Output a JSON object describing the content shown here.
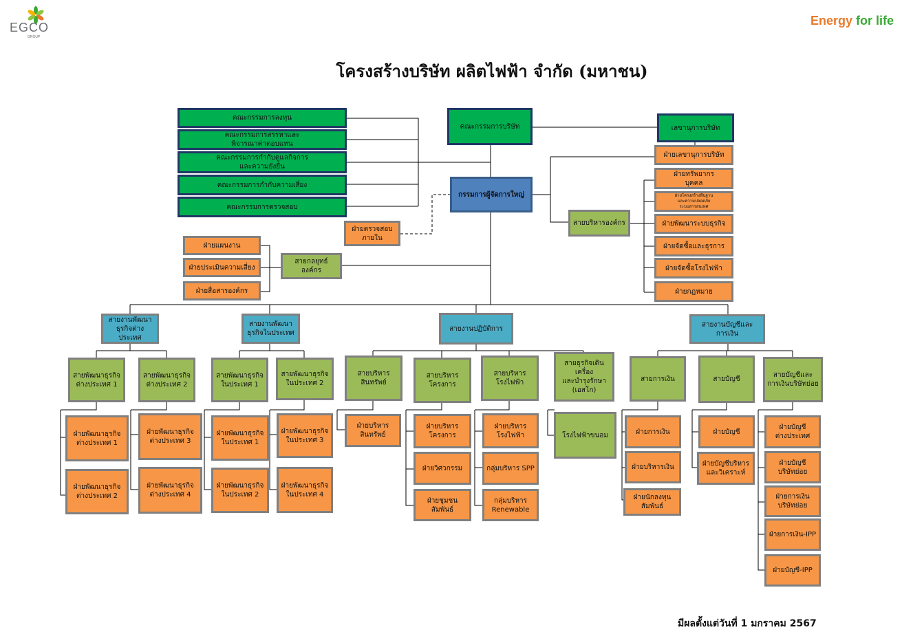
{
  "header": {
    "logo_text": "EGCO",
    "logo_sub": "GROUP",
    "tagline_energy": "Energy",
    "tagline_life": "for life"
  },
  "title": "โครงสร้างบริษัท ผลิตไฟฟ้า จำกัด (มหาชน)",
  "footer": "มีผลตั้งแต่วันที่ 1 มกราคม 2567",
  "colors": {
    "board": "#00b050",
    "ceo": "#4f81bd",
    "group": "#4bacc6",
    "division": "#9bbb59",
    "department": "#f79646",
    "line": "#000000"
  },
  "org": {
    "committee_investment": "คณะกรรมการลงทุน",
    "committee_nomination": "คณะกรรมการสรรหาและ\nพิจารณาค่าตอบแทน",
    "committee_governance": "คณะกรรมการกำกับดูแลกิจการ\nและความยั่งยืน",
    "committee_risk": "คณะกรรมการกำกับความเสี่ยง",
    "committee_audit": "คณะกรรมการตรวจสอบ",
    "board": "คณะกรรมการบริษัท",
    "secretary": "เลขานุการบริษัท",
    "ceo": "กรรมการผู้จัดการใหญ่",
    "internal_audit": "ฝ่ายตรวจสอบ\nภายใน",
    "dept_planning": "ฝ่ายแผนงาน",
    "dept_risk": "ฝ่ายประเมินความเสี่ยง",
    "dept_comm": "ฝ่ายสื่อสารองค์กร",
    "div_strategy": "สายกลยุทธ์องค์กร",
    "div_corp_admin": "สายบริหารองค์กร",
    "dept_secretary": "ฝ่ายเลขานุการบริษัท",
    "dept_hr": "ฝ่ายทรัพยากร\nบุคคล",
    "dept_infra": "ฝ่ายโครงสร้างพื้นฐาน\nและความปลอดภัย\nระบบสารสนเทศ",
    "dept_bizdev_sys": "ฝ่ายพัฒนาระบบธุรกิจ",
    "dept_procure": "ฝ่ายจัดซื้อและธุรการ",
    "dept_procure_plant": "ฝ่ายจัดซื้อโรงไฟฟ้า",
    "dept_legal": "ฝ่ายกฎหมาย",
    "grp_overseas": "สายงานพัฒนา\nธุรกิจต่างประเทศ",
    "grp_domestic": "สายงานพัฒนา\nธุรกิจในประเทศ",
    "grp_operations": "สายงานปฏิบัติการ",
    "grp_finance": "สายงานบัญชีและ\nการเงิน",
    "div_ov1": "สายพัฒนาธุรกิจ\nต่างประเทศ 1",
    "div_ov2": "สายพัฒนาธุรกิจ\nต่างประเทศ 2",
    "div_dom1": "สายพัฒนาธุรกิจ\nในประเทศ 1",
    "div_dom2": "สายพัฒนาธุรกิจ\nในประเทศ 2",
    "div_asset": "สายบริหาร\nสินทรัพย์",
    "div_project": "สายบริหาร\nโครงการ",
    "div_plant": "สายบริหาร\nโรงไฟฟ้า",
    "div_om": "สายธุรกิจเดินเครื่อง\nและบำรุงรักษา\n(เอสโก)",
    "div_fin": "สายการเงิน",
    "div_acct": "สายบัญชี",
    "div_sub_acct": "สายบัญชีและ\nการเงินบริษัทย่อย",
    "dept_ov1": "ฝ่ายพัฒนาธุรกิจ\nต่างประเทศ 1",
    "dept_ov2": "ฝ่ายพัฒนาธุรกิจ\nต่างประเทศ 2",
    "dept_ov3": "ฝ่ายพัฒนาธุรกิจ\nต่างประเทศ 3",
    "dept_ov4": "ฝ่ายพัฒนาธุรกิจ\nต่างประเทศ 4",
    "dept_dom1": "ฝ่ายพัฒนาธุรกิจ\nในประเทศ 1",
    "dept_dom2": "ฝ่ายพัฒนาธุรกิจ\nในประเทศ 2",
    "dept_dom3": "ฝ่ายพัฒนาธุรกิจ\nในประเทศ 3",
    "dept_dom4": "ฝ่ายพัฒนาธุรกิจ\nในประเทศ 4",
    "dept_asset": "ฝ่ายบริหาร\nสินทรัพย์",
    "dept_project": "ฝ่ายบริหาร\nโครงการ",
    "dept_eng": "ฝ่ายวิศวกรรม",
    "dept_community": "ฝ่ายชุมชน\nสัมพันธ์",
    "dept_plant": "ฝ่ายบริหาร\nโรงไฟฟ้า",
    "dept_spp": "กลุ่มบริหาร SPP",
    "dept_renew": "กลุ่มบริหาร\nRenewable",
    "dept_khanom": "โรงไฟฟ้าขนอม",
    "dept_fin": "ฝ่ายการเงิน",
    "dept_treasury": "ฝ่ายบริหารเงิน",
    "dept_ir": "ฝ่ายนักลงทุน\nสัมพันธ์",
    "dept_acct": "ฝ่ายบัญชี",
    "dept_mgmt_acct": "ฝ่ายบัญชีบริหาร\nและวิเคราะห์",
    "dept_acct_ov": "ฝ่ายบัญชี\nต่างประเทศ",
    "dept_acct_sub": "ฝ่ายบัญชี\nบริษัทย่อย",
    "dept_fin_sub": "ฝ่ายการเงิน\nบริษัทย่อย",
    "dept_fin_ipp": "ฝ่ายการเงิน-IPP",
    "dept_acct_ipp": "ฝ่ายบัญชี-IPP"
  }
}
